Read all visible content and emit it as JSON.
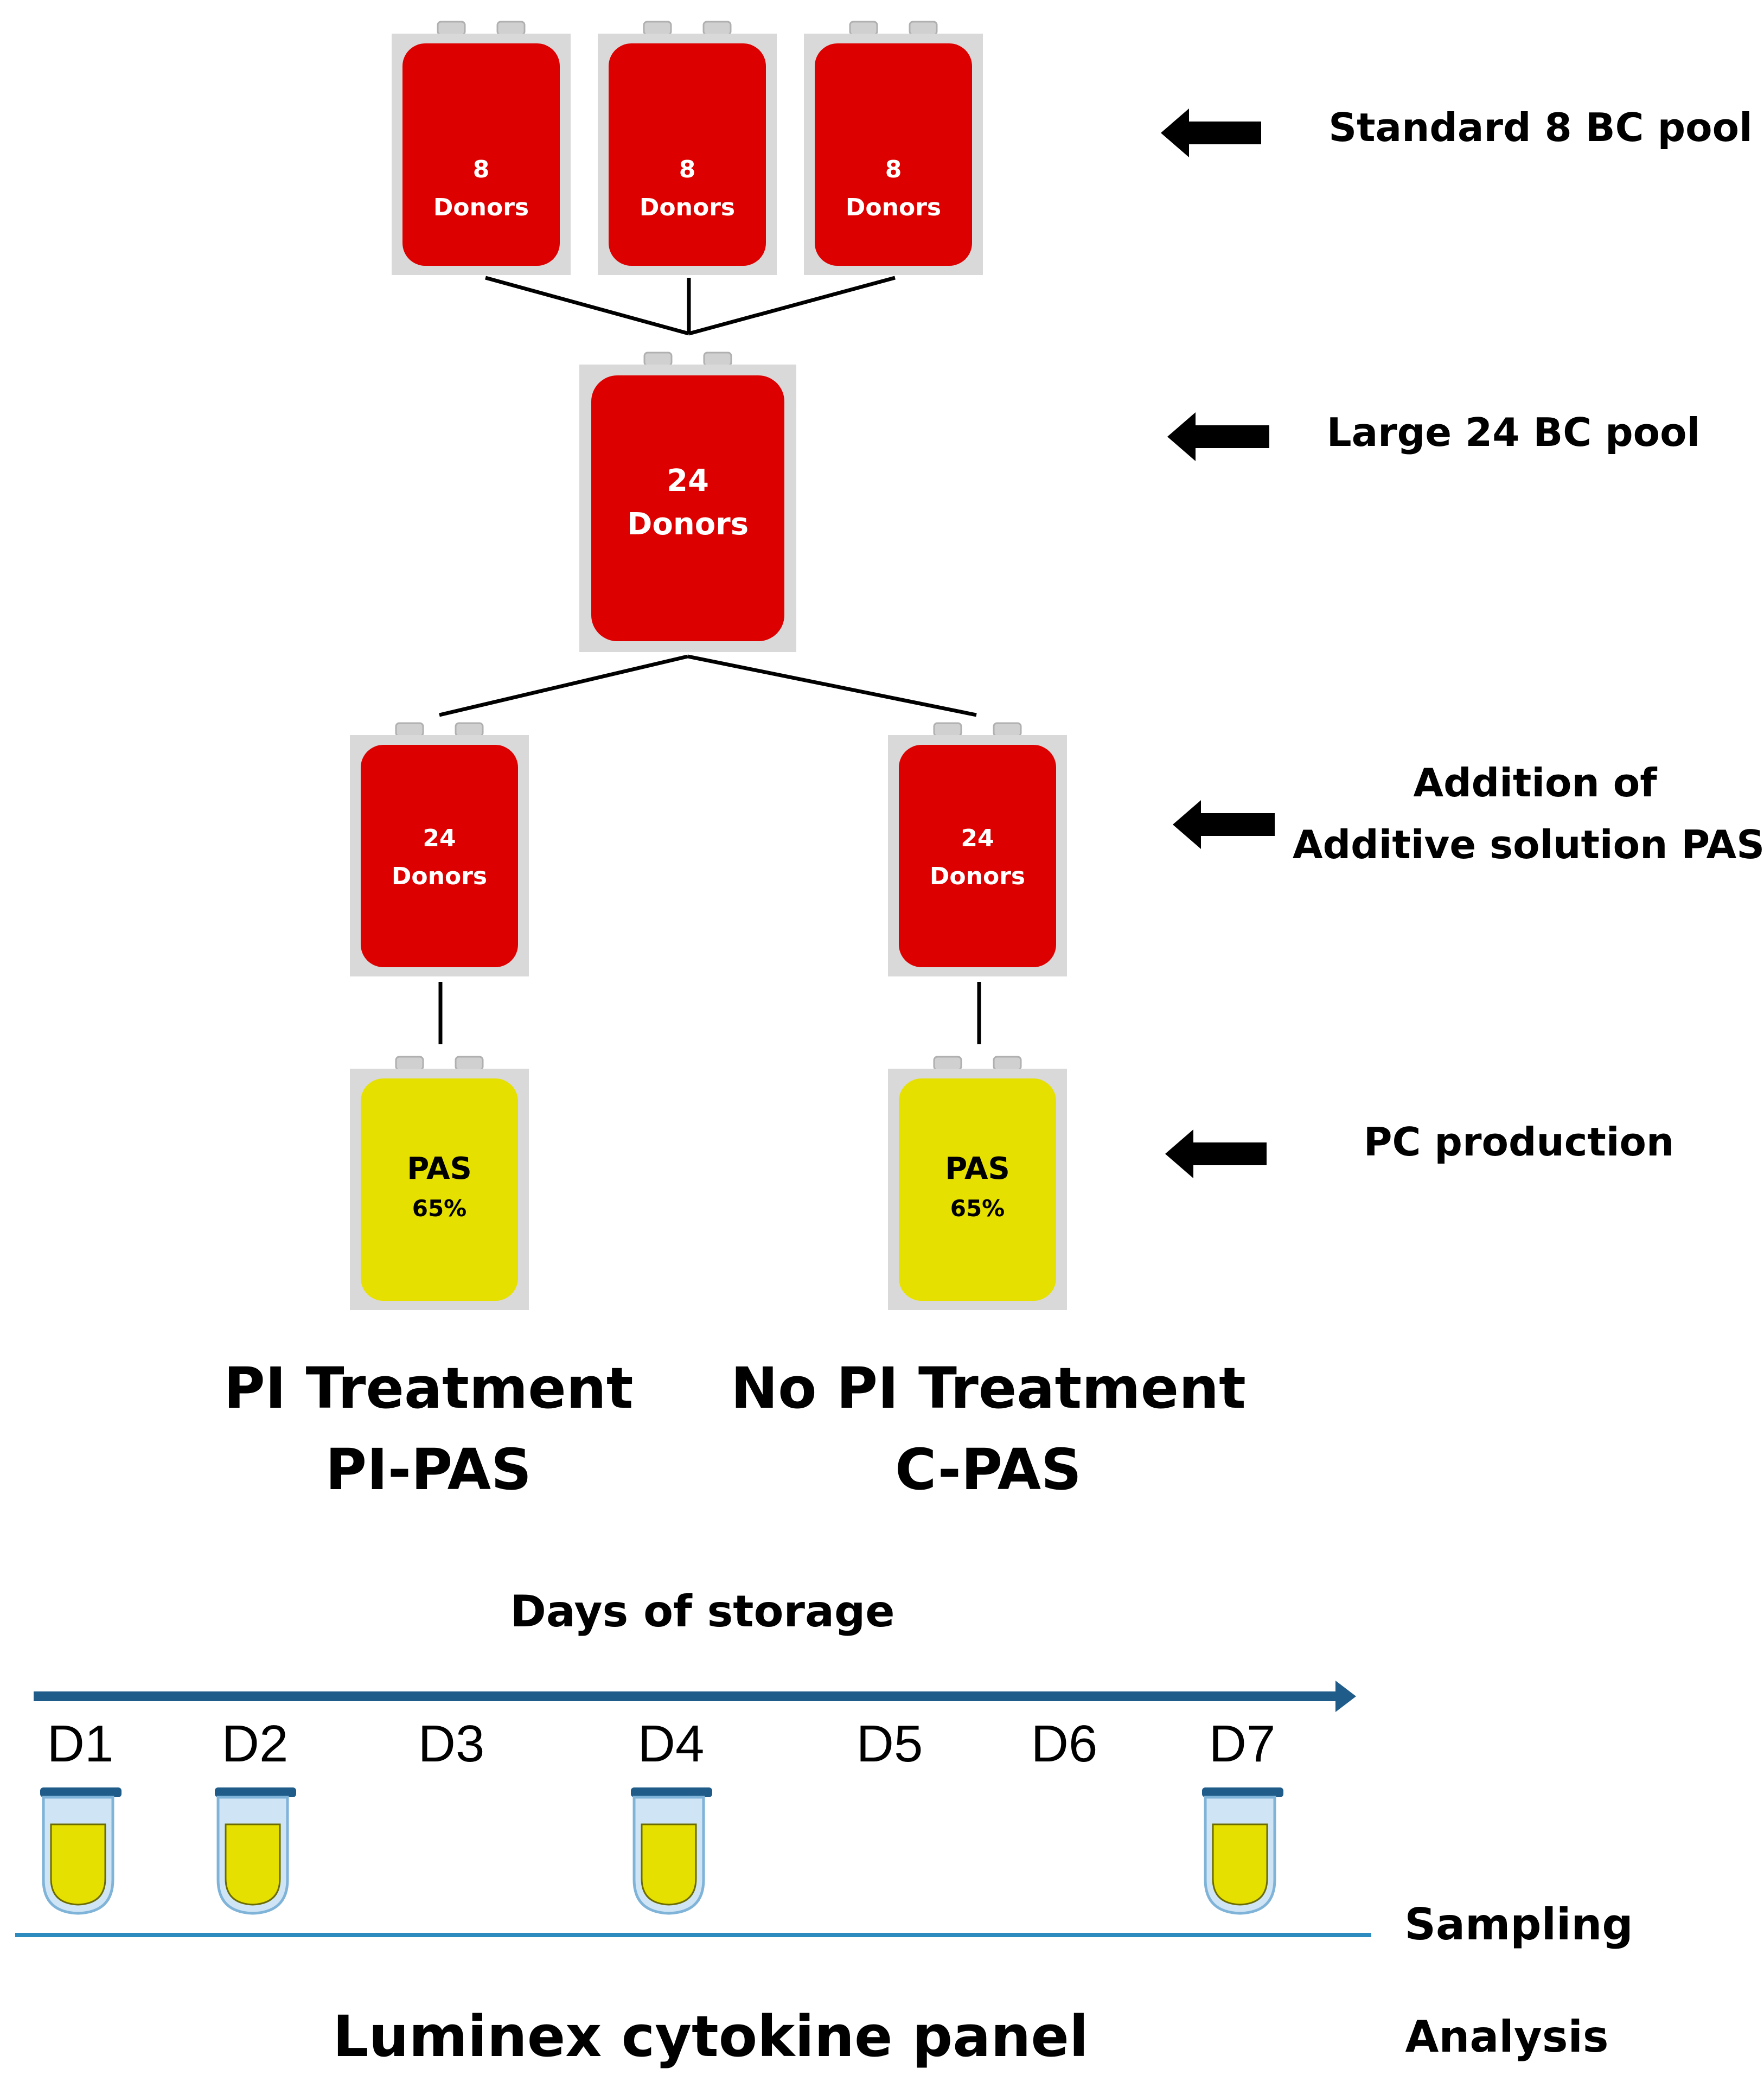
{
  "bags": {
    "pool_1": {
      "line1": "8",
      "line2": "Donors"
    },
    "pool_2": {
      "line1": "8",
      "line2": "Donors"
    },
    "pool_3": {
      "line1": "8",
      "line2": "Donors"
    },
    "large_pool": {
      "line1": "24",
      "line2": "Donors"
    },
    "left_split": {
      "line1": "24",
      "line2": "Donors"
    },
    "right_split": {
      "line1": "24",
      "line2": "Donors"
    },
    "left_pas": {
      "line1": "PAS",
      "line2": "65%"
    },
    "right_pas": {
      "line1": "PAS",
      "line2": "65%"
    }
  },
  "steps": {
    "standard_pool": "Standard 8 BC pool",
    "large_pool": "Large 24 BC pool",
    "addition_line1": "Addition of",
    "addition_line2": "Additive solution PAS",
    "pc_production": "PC production"
  },
  "groups": {
    "left_line1": "PI Treatment",
    "left_line2": "PI-PAS",
    "right_line1": "No PI Treatment",
    "right_line2": "C-PAS"
  },
  "timeline": {
    "title": "Days of storage",
    "days": [
      "D1",
      "D2",
      "D3",
      "D4",
      "D5",
      "D6",
      "D7"
    ],
    "sampled_days": [
      "D1",
      "D2",
      "D4",
      "D7"
    ]
  },
  "bottom": {
    "sampling": "Sampling",
    "analysis": "Analysis",
    "panel": "Luminex cytokine panel"
  },
  "colors": {
    "bag_red": "#dd0000",
    "bag_yellow": "#e6e000",
    "bag_frame": "#d9d9d9",
    "arrow_blue": "#1f5c8a",
    "line_blue": "#2e8bc0",
    "tube_blue": "#8fc3e8"
  }
}
